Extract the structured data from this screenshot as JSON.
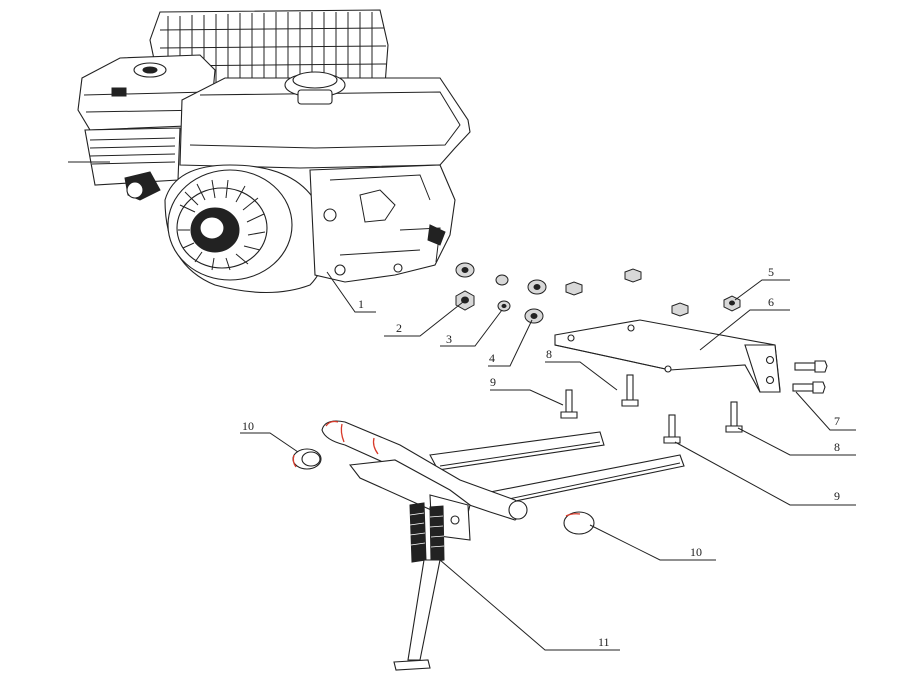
{
  "diagram": {
    "callouts": [
      {
        "id": "engine",
        "label": "1"
      },
      {
        "id": "nut",
        "label": "2"
      },
      {
        "id": "spring-washer",
        "label": "3"
      },
      {
        "id": "flat-washer",
        "label": "4"
      },
      {
        "id": "flange-nut",
        "label": "5"
      },
      {
        "id": "mounting-plate",
        "label": "6"
      },
      {
        "id": "bolt-side",
        "label": "7"
      },
      {
        "id": "bolt-short-a",
        "label": "8"
      },
      {
        "id": "bolt-short-b",
        "label": "8"
      },
      {
        "id": "bolt-long-a",
        "label": "9"
      },
      {
        "id": "bolt-long-b",
        "label": "9"
      },
      {
        "id": "handle-grip-left",
        "label": "10"
      },
      {
        "id": "handle-grip-right",
        "label": "10"
      },
      {
        "id": "kickstand",
        "label": "11"
      }
    ],
    "colors": {
      "line": "#222222",
      "accent": "#d83a2a",
      "background": "#ffffff"
    }
  }
}
